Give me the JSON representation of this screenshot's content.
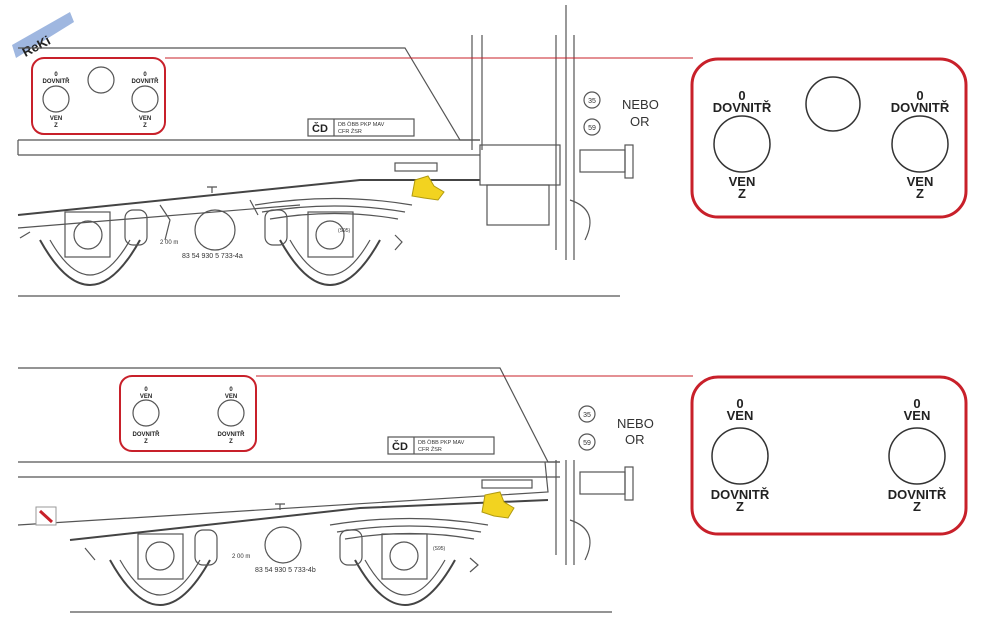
{
  "logo": {
    "text": "ReKi"
  },
  "colors": {
    "highlight": "#c8202a",
    "yellow": "#f2d320",
    "line": "#555555"
  },
  "panel_top": {
    "left_top": "0",
    "left_word": "DOVNITŘ",
    "left_bottom_word": "VEN",
    "left_bottom": "Z",
    "right_top": "0",
    "right_word": "DOVNITŘ",
    "right_bottom_word": "VEN",
    "right_bottom": "Z"
  },
  "panel_bottom": {
    "left_top": "0",
    "left_word": "VEN",
    "left_bottom_word": "DOVNITŘ",
    "left_bottom": "Z",
    "right_top": "0",
    "right_word": "VEN",
    "right_bottom_word": "DOVNITŘ",
    "right_bottom": "Z"
  },
  "wagon_top": {
    "operator": "ČD",
    "rail_codes_1": "DB ÖBB PKP MAV",
    "rail_codes_2": "CFR ŽSR",
    "dimension": "2 00 m",
    "number": "83 54 930 5 733-4a",
    "small_code": "(S95)",
    "sign_35": "35",
    "sign_59": "59",
    "nebo": "NEBO",
    "or": "OR"
  },
  "wagon_bottom": {
    "operator": "ČD",
    "rail_codes_1": "DB ÖBB PKP MAV",
    "rail_codes_2": "CFR ŽSR",
    "dimension": "2 00 m",
    "number": "83 54 930 5 733-4b",
    "small_code": "(S95)",
    "sign_35": "35",
    "sign_59": "59",
    "nebo": "NEBO",
    "or": "OR"
  }
}
